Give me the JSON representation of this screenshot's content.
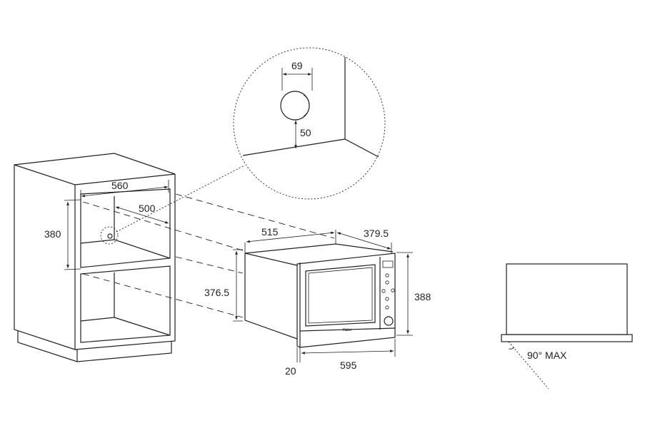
{
  "title": "Built-in microwave installation diagram",
  "cabinet": {
    "width_label": "560",
    "depth_label": "500",
    "height_label": "380"
  },
  "detail": {
    "offset_x_label": "69",
    "offset_y_label": "50"
  },
  "microwave": {
    "brand": "Haier",
    "depth_label": "515",
    "side_depth_label": "379.5",
    "height_label": "388",
    "body_height_label": "376.5",
    "width_label": "595",
    "frame_label": "20"
  },
  "door_detail": {
    "angle_label": "90° MAX"
  },
  "colors": {
    "line": "#231f20",
    "background": "#ffffff"
  }
}
